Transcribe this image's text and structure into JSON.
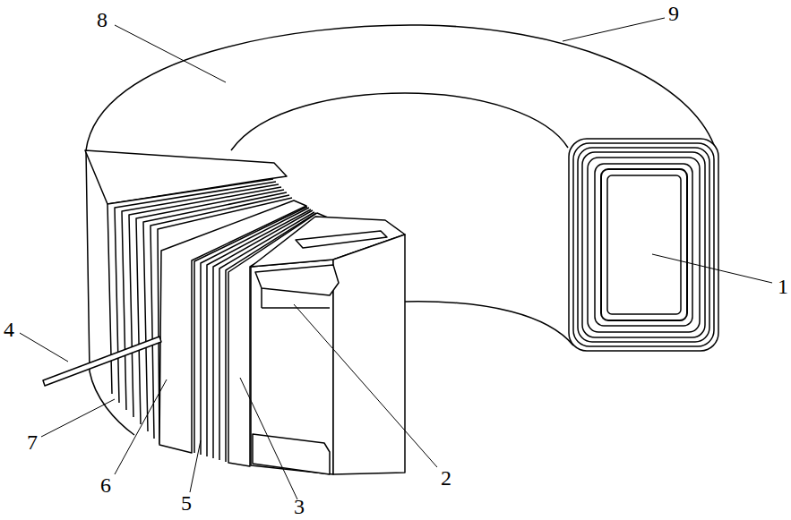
{
  "diagram": {
    "labels": [
      "9",
      "8",
      "1",
      "4",
      "7",
      "2",
      "6",
      "5",
      "3"
    ]
  }
}
